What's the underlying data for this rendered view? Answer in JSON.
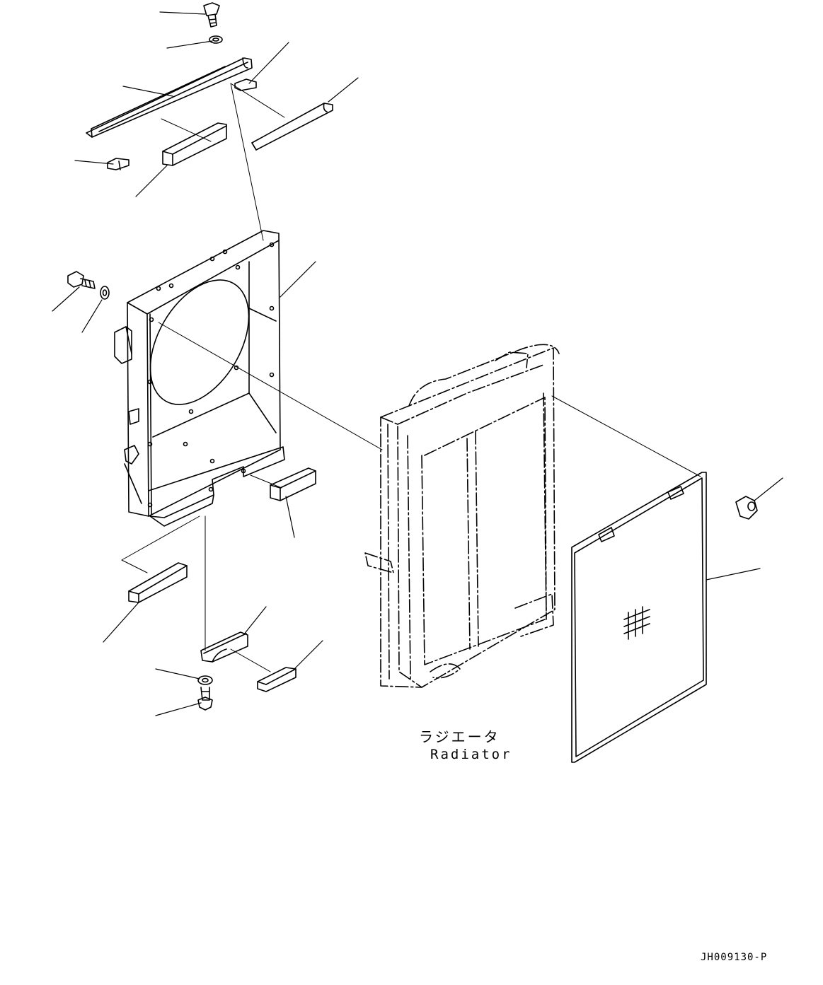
{
  "diagram": {
    "radiator_label_jp": "ラジエータ",
    "radiator_label_en": "Radiator",
    "drawing_code": "JH009130-P"
  }
}
